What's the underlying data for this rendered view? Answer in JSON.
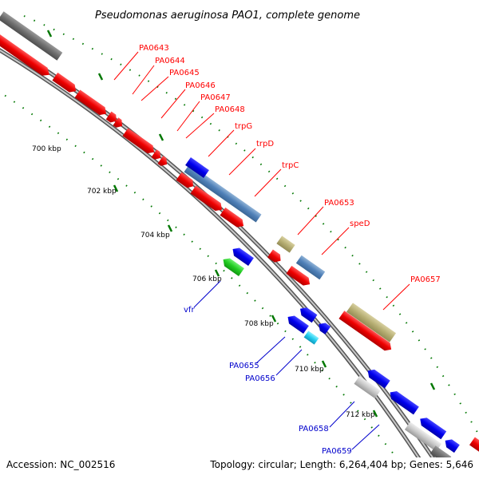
{
  "title": "Pseudomonas aeruginosa PAO1, complete genome",
  "footer": {
    "accession": "Accession: NC_002516",
    "topology": "Topology: circular; Length: 6,264,404 bp; Genes: 5,646"
  },
  "colors": {
    "forward_label": "#ff0000",
    "reverse_label": "#0000cc",
    "backbone": "#888888",
    "tick": "#007700"
  },
  "ticks": [
    "700 kbp",
    "702 kbp",
    "704 kbp",
    "706 kbp",
    "708 kbp",
    "710 kbp",
    "712 kbp"
  ],
  "forward_labels": [
    "PA0643",
    "PA0644",
    "PA0645",
    "PA0646",
    "PA0647",
    "PA0648",
    "trpG",
    "trpD",
    "trpC",
    "PA0653",
    "speD",
    "PA0657"
  ],
  "reverse_labels": [
    "vfr",
    "PA0655",
    "PA0656",
    "PA0658",
    "PA0659"
  ]
}
